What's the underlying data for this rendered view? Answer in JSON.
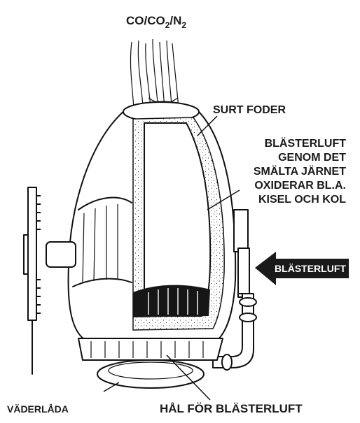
{
  "labels": {
    "gas": "CO/CO",
    "gas_sub2": "2",
    "gas_n": "/N",
    "gas_sub3": "2",
    "lining": "SURT FODER",
    "desc_line1": "BLÄSTERLUFT",
    "desc_line2": "GENOM DET",
    "desc_line3": "SMÄLTA JÄRNET",
    "desc_line4": "OXIDERAR BL.A.",
    "desc_line5": "KISEL OCH KOL",
    "arrow": "BLÄSTERLUFT",
    "windbox": "VÄDERLÅDA",
    "holes": "HÅL FÖR BLÄSTERLUFT"
  },
  "colors": {
    "ink": "#111111",
    "arrow_fill": "#1a1a1a",
    "arrow_text": "#ffffff",
    "background": "#ffffff"
  }
}
